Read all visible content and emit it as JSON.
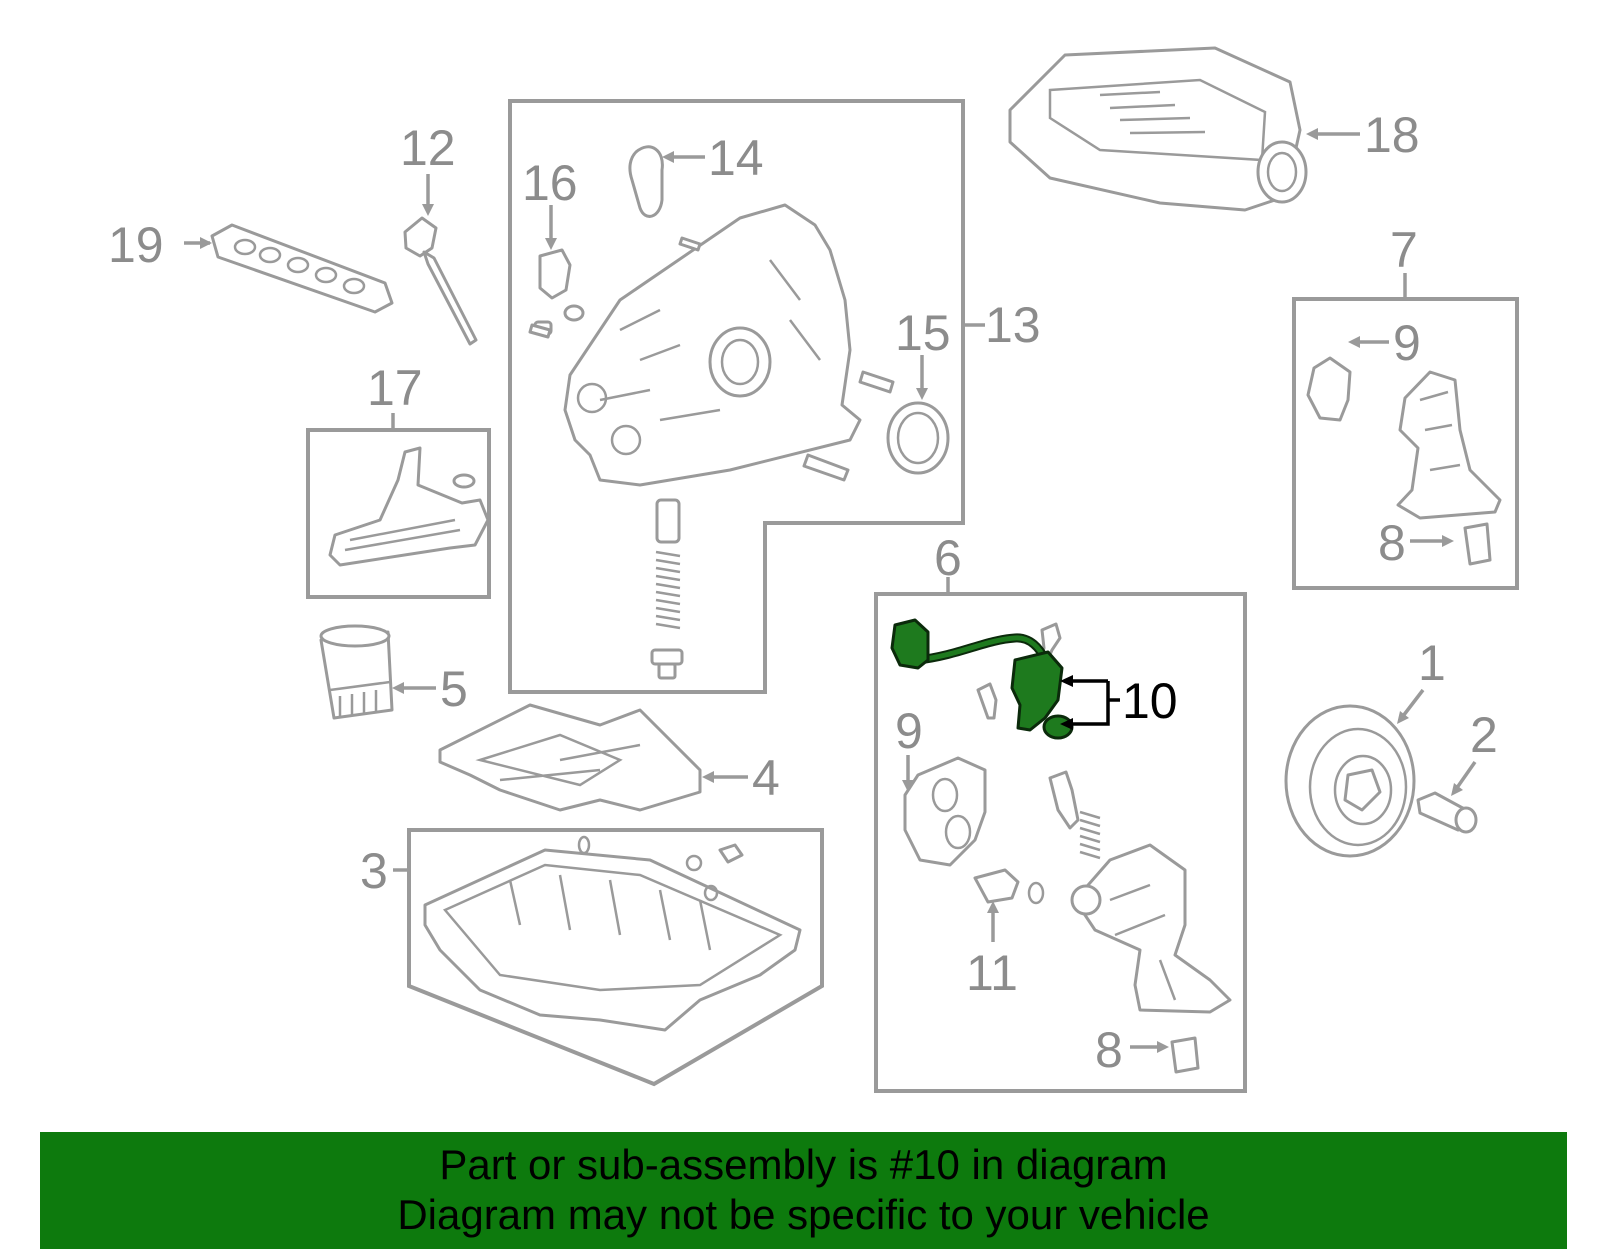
{
  "colors": {
    "part_outline": "#9a9a9a",
    "highlight": "#1e7a1e",
    "banner": "#0d7a0d"
  },
  "callouts": {
    "c1": "1",
    "c2": "2",
    "c3": "3",
    "c4": "4",
    "c5": "5",
    "c6": "6",
    "c7": "7",
    "c8a": "8",
    "c8b": "8",
    "c9a": "9",
    "c9b": "9",
    "c10": "10",
    "c11": "11",
    "c12": "12",
    "c13": "13",
    "c14": "14",
    "c15": "15",
    "c16": "16",
    "c17": "17",
    "c18": "18",
    "c19": "19"
  },
  "highlighted_part": "10",
  "banner": {
    "line1": "Part or sub-assembly is #10 in diagram",
    "line2": "Diagram may not be specific to your vehicle"
  }
}
